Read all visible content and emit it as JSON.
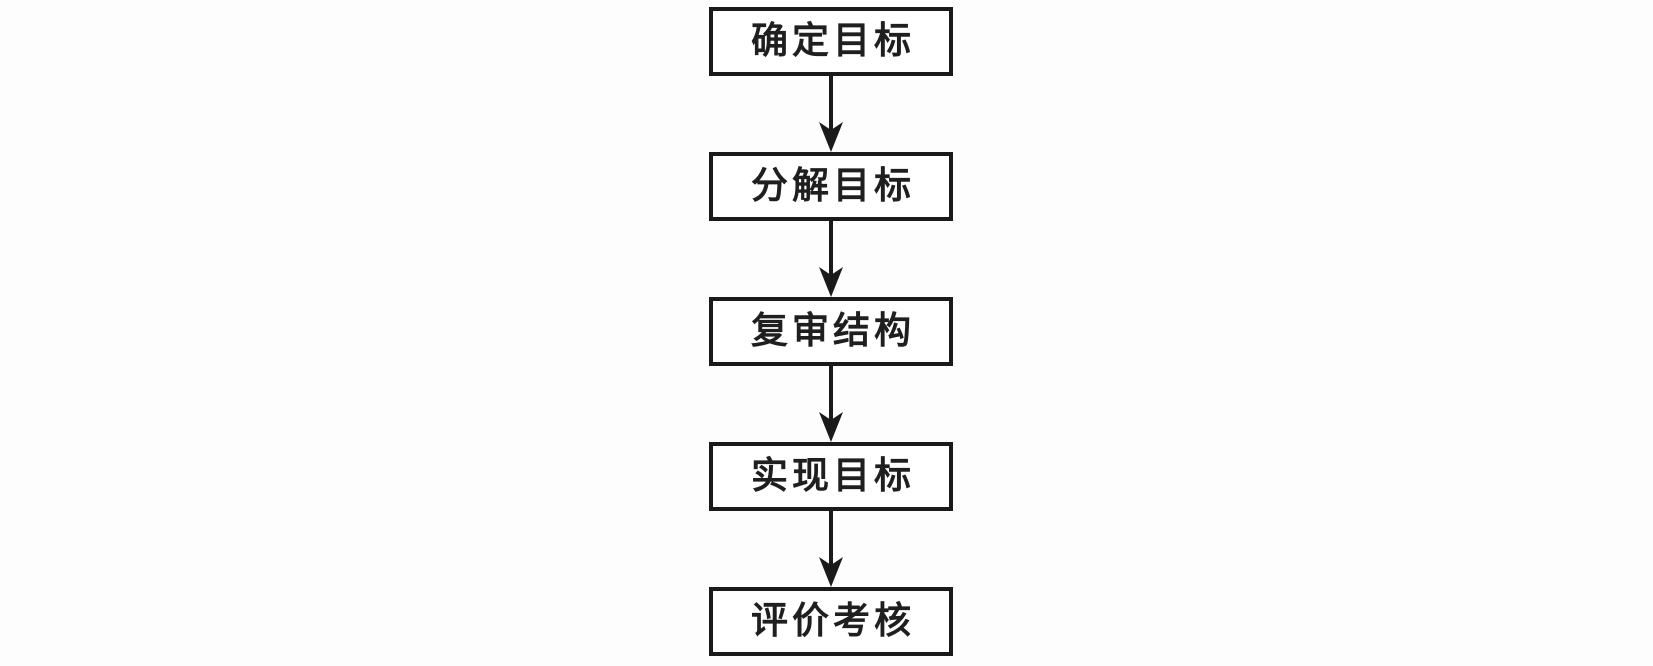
{
  "page": {
    "background": "#fdfdfd"
  },
  "flowchart": {
    "type": "vertical-flow",
    "direction": "top-to-bottom",
    "connector": "arrow-down",
    "colors": {
      "box_border": "#1a1a1a",
      "box_fill": "#ffffff",
      "text": "#1f1f1f",
      "arrow": "#1a1a1a"
    },
    "steps": [
      {
        "label": "确定目标"
      },
      {
        "label": "分解目标"
      },
      {
        "label": "复审结构"
      },
      {
        "label": "实现目标"
      },
      {
        "label": "评价考核"
      }
    ]
  }
}
